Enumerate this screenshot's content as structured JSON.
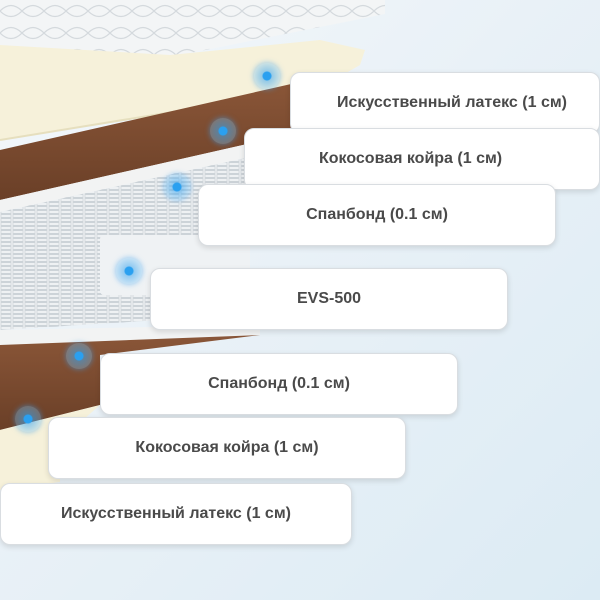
{
  "layers": [
    {
      "label": "Искусственный латекс (1 см)",
      "icon": "callout-dot-icon"
    },
    {
      "label": "Кокосовая койра (1 см)",
      "icon": "callout-dot-icon"
    },
    {
      "label": "Спанбонд (0.1 см)",
      "icon": "callout-dot-icon"
    },
    {
      "label": "EVS-500",
      "icon": "callout-dot-icon"
    },
    {
      "label": "Спанбонд (0.1 см)",
      "icon": "callout-dot-icon"
    },
    {
      "label": "Кокосовая койра (1 см)",
      "icon": "callout-dot-icon"
    },
    {
      "label": "Искусственный латекс (1 см)",
      "icon": "callout-dot-icon"
    }
  ],
  "colors": {
    "coir": "#7a4a2f",
    "latex": "#f6f1da",
    "spunbond": "#f2f3f3",
    "springs": "#e3e7ea",
    "callout_dot": "#2aa0f0"
  }
}
